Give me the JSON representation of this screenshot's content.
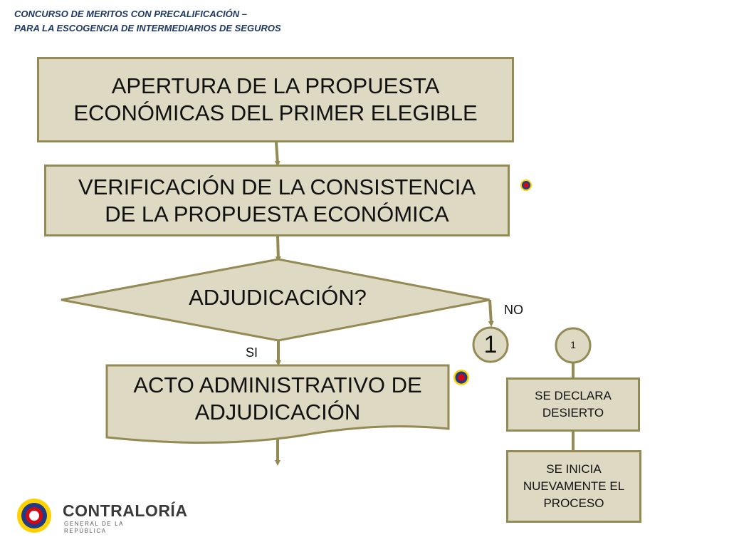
{
  "header": {
    "line1": "CONCURSO DE MERITOS CON PRECALIFICACIÓN –",
    "line2": "PARA LA ESCOGENCIA DE INTERMEDIARIOS DE SEGUROS"
  },
  "flow": {
    "step1": "APERTURA DE LA  PROPUESTA\nECONÓMICAS DEL PRIMER ELEGIBLE",
    "step2": "VERIFICACIÓN DE LA CONSISTENCIA\nDE LA  PROPUESTA ECONÓMICA",
    "decision": "ADJUDICACIÓN?",
    "yes_label": "SI",
    "no_label": "NO",
    "step3": "ACTO ADMINISTRATIVO DE\nADJUDICACIÓN",
    "connector_out": "1",
    "connector_in": "1",
    "side_step1": "SE  DECLARA\nDESIERTO",
    "side_step2": "SE INICIA\nNUEVAMENTE EL\nPROCESO"
  },
  "logo": {
    "name": "CONTRALORÍA",
    "subtitle": "GENERAL DE LA REPÚBLICA"
  },
  "colors": {
    "box_fill": "#ddd9c3",
    "box_border": "#948a54",
    "header_text": "#1f3864"
  }
}
